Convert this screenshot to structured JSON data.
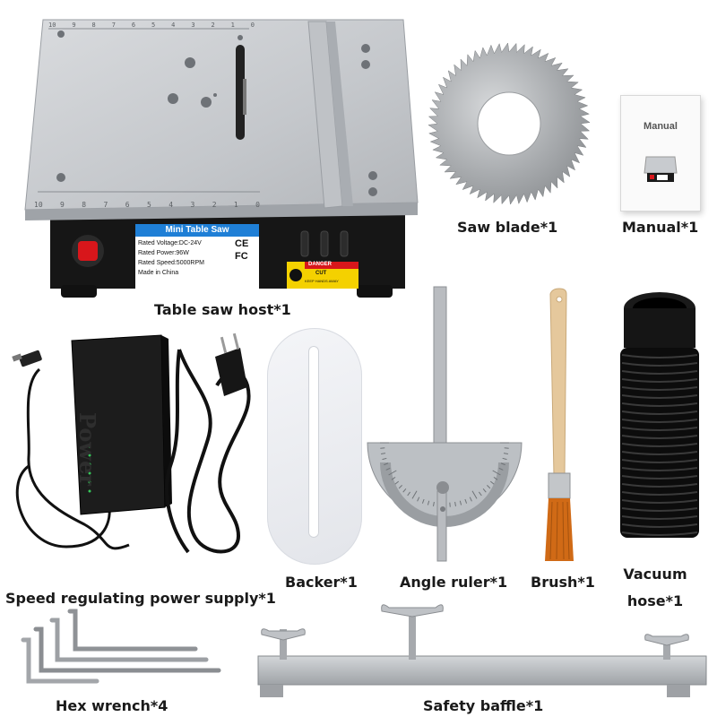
{
  "captions": {
    "table_saw_host": "Table saw host*1",
    "saw_blade": "Saw blade*1",
    "manual": "Manual*1",
    "power_supply": "Speed regulating power supply*1",
    "backer": "Backer*1",
    "angle_ruler": "Angle ruler*1",
    "brush": "Brush*1",
    "vacuum_hose_line1": "Vacuum",
    "vacuum_hose_line2": "hose*1",
    "hex_wrench": "Hex wrench*4",
    "safety_baffle": "Safety baffle*1"
  },
  "saw_label": {
    "title": "Mini Table Saw",
    "voltage": "Rated Voltage:DC-24V",
    "power": "Rated Power:96W",
    "speed": "Rated Speed:5000RPM",
    "origin": "Made in China",
    "ce_mark": "CE",
    "fc_mark": "FC"
  },
  "danger_label": {
    "heading": "DANGER",
    "line1": "CUT",
    "line2": "KEEP HANDS AWAY"
  },
  "ruler_scale": [
    "10",
    "9",
    "8",
    "7",
    "6",
    "5",
    "4",
    "3",
    "2",
    "1",
    "0"
  ],
  "manual_cover_title": "Manual",
  "adapter_brand": "Power",
  "colors": {
    "saw_top": "#c9ccd0",
    "saw_body": "#141414",
    "switch_red": "#d8161b",
    "label_blue": "#1f7fd6",
    "brush_bristle": "#d06a16",
    "brush_handle": "#e5c89c",
    "hose": "#0b0b0b"
  }
}
